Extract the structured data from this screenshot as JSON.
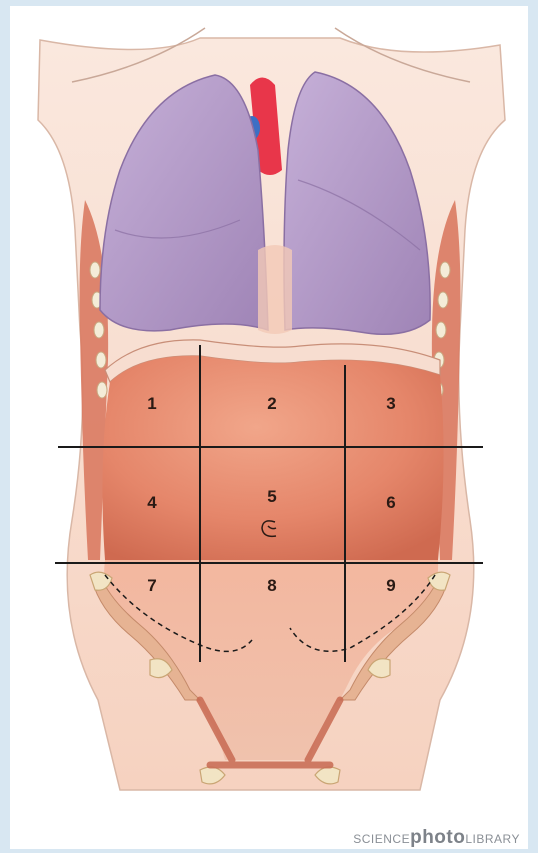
{
  "regions": [
    {
      "number": "1"
    },
    {
      "number": "2"
    },
    {
      "number": "3"
    },
    {
      "number": "4"
    },
    {
      "number": "5"
    },
    {
      "number": "6"
    },
    {
      "number": "7"
    },
    {
      "number": "8"
    },
    {
      "number": "9"
    }
  ],
  "watermark": {
    "part1": "SCIENCE",
    "part2": "photo",
    "part3": "LIBRARY"
  },
  "colors": {
    "frame": "#d8e7f2",
    "lung": "#b49ac6",
    "abdomen": "#e79074",
    "skin": "#f7d8c8",
    "grid_line": "#1a1a1a"
  }
}
